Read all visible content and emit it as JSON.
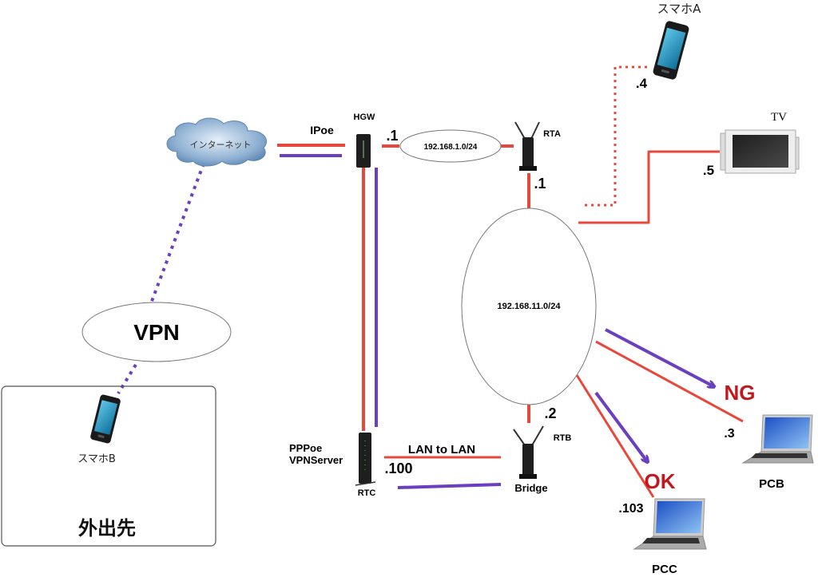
{
  "colors": {
    "lan_link": "#e8473b",
    "vpn_link": "#6a3fc0",
    "status_text": "#c0181f",
    "ellipse_stroke": "#777777",
    "box_stroke": "#555555"
  },
  "internet": {
    "label": "インターネット"
  },
  "vpn": {
    "label": "VPN"
  },
  "remote_site": {
    "label": "外出先",
    "device_label": "スマホB"
  },
  "links": {
    "ipoe_label": "IPoe",
    "lan_to_lan_label": "LAN to LAN"
  },
  "hgw": {
    "label": "HGW",
    "ip": ".1"
  },
  "wan_segment": {
    "label": "192.168.1.0/24"
  },
  "rta": {
    "label": "RTA",
    "ip": ".1"
  },
  "lan_segment": {
    "label": "192.168.11.0/24"
  },
  "smartphone_a": {
    "label": "スマホA",
    "ip": ".4"
  },
  "tv": {
    "label": "TV",
    "ip": ".5"
  },
  "rtc": {
    "label": "RTC",
    "role_line1": "PPPoe",
    "role_line2": "VPNServer",
    "ip": ".100"
  },
  "rtb": {
    "label": "RTB",
    "mode": "Bridge",
    "ip": ".2"
  },
  "pcb": {
    "label": "PCB",
    "ip": ".3",
    "result": "NG"
  },
  "pcc": {
    "label": "PCC",
    "ip": ".103",
    "result": "OK"
  }
}
